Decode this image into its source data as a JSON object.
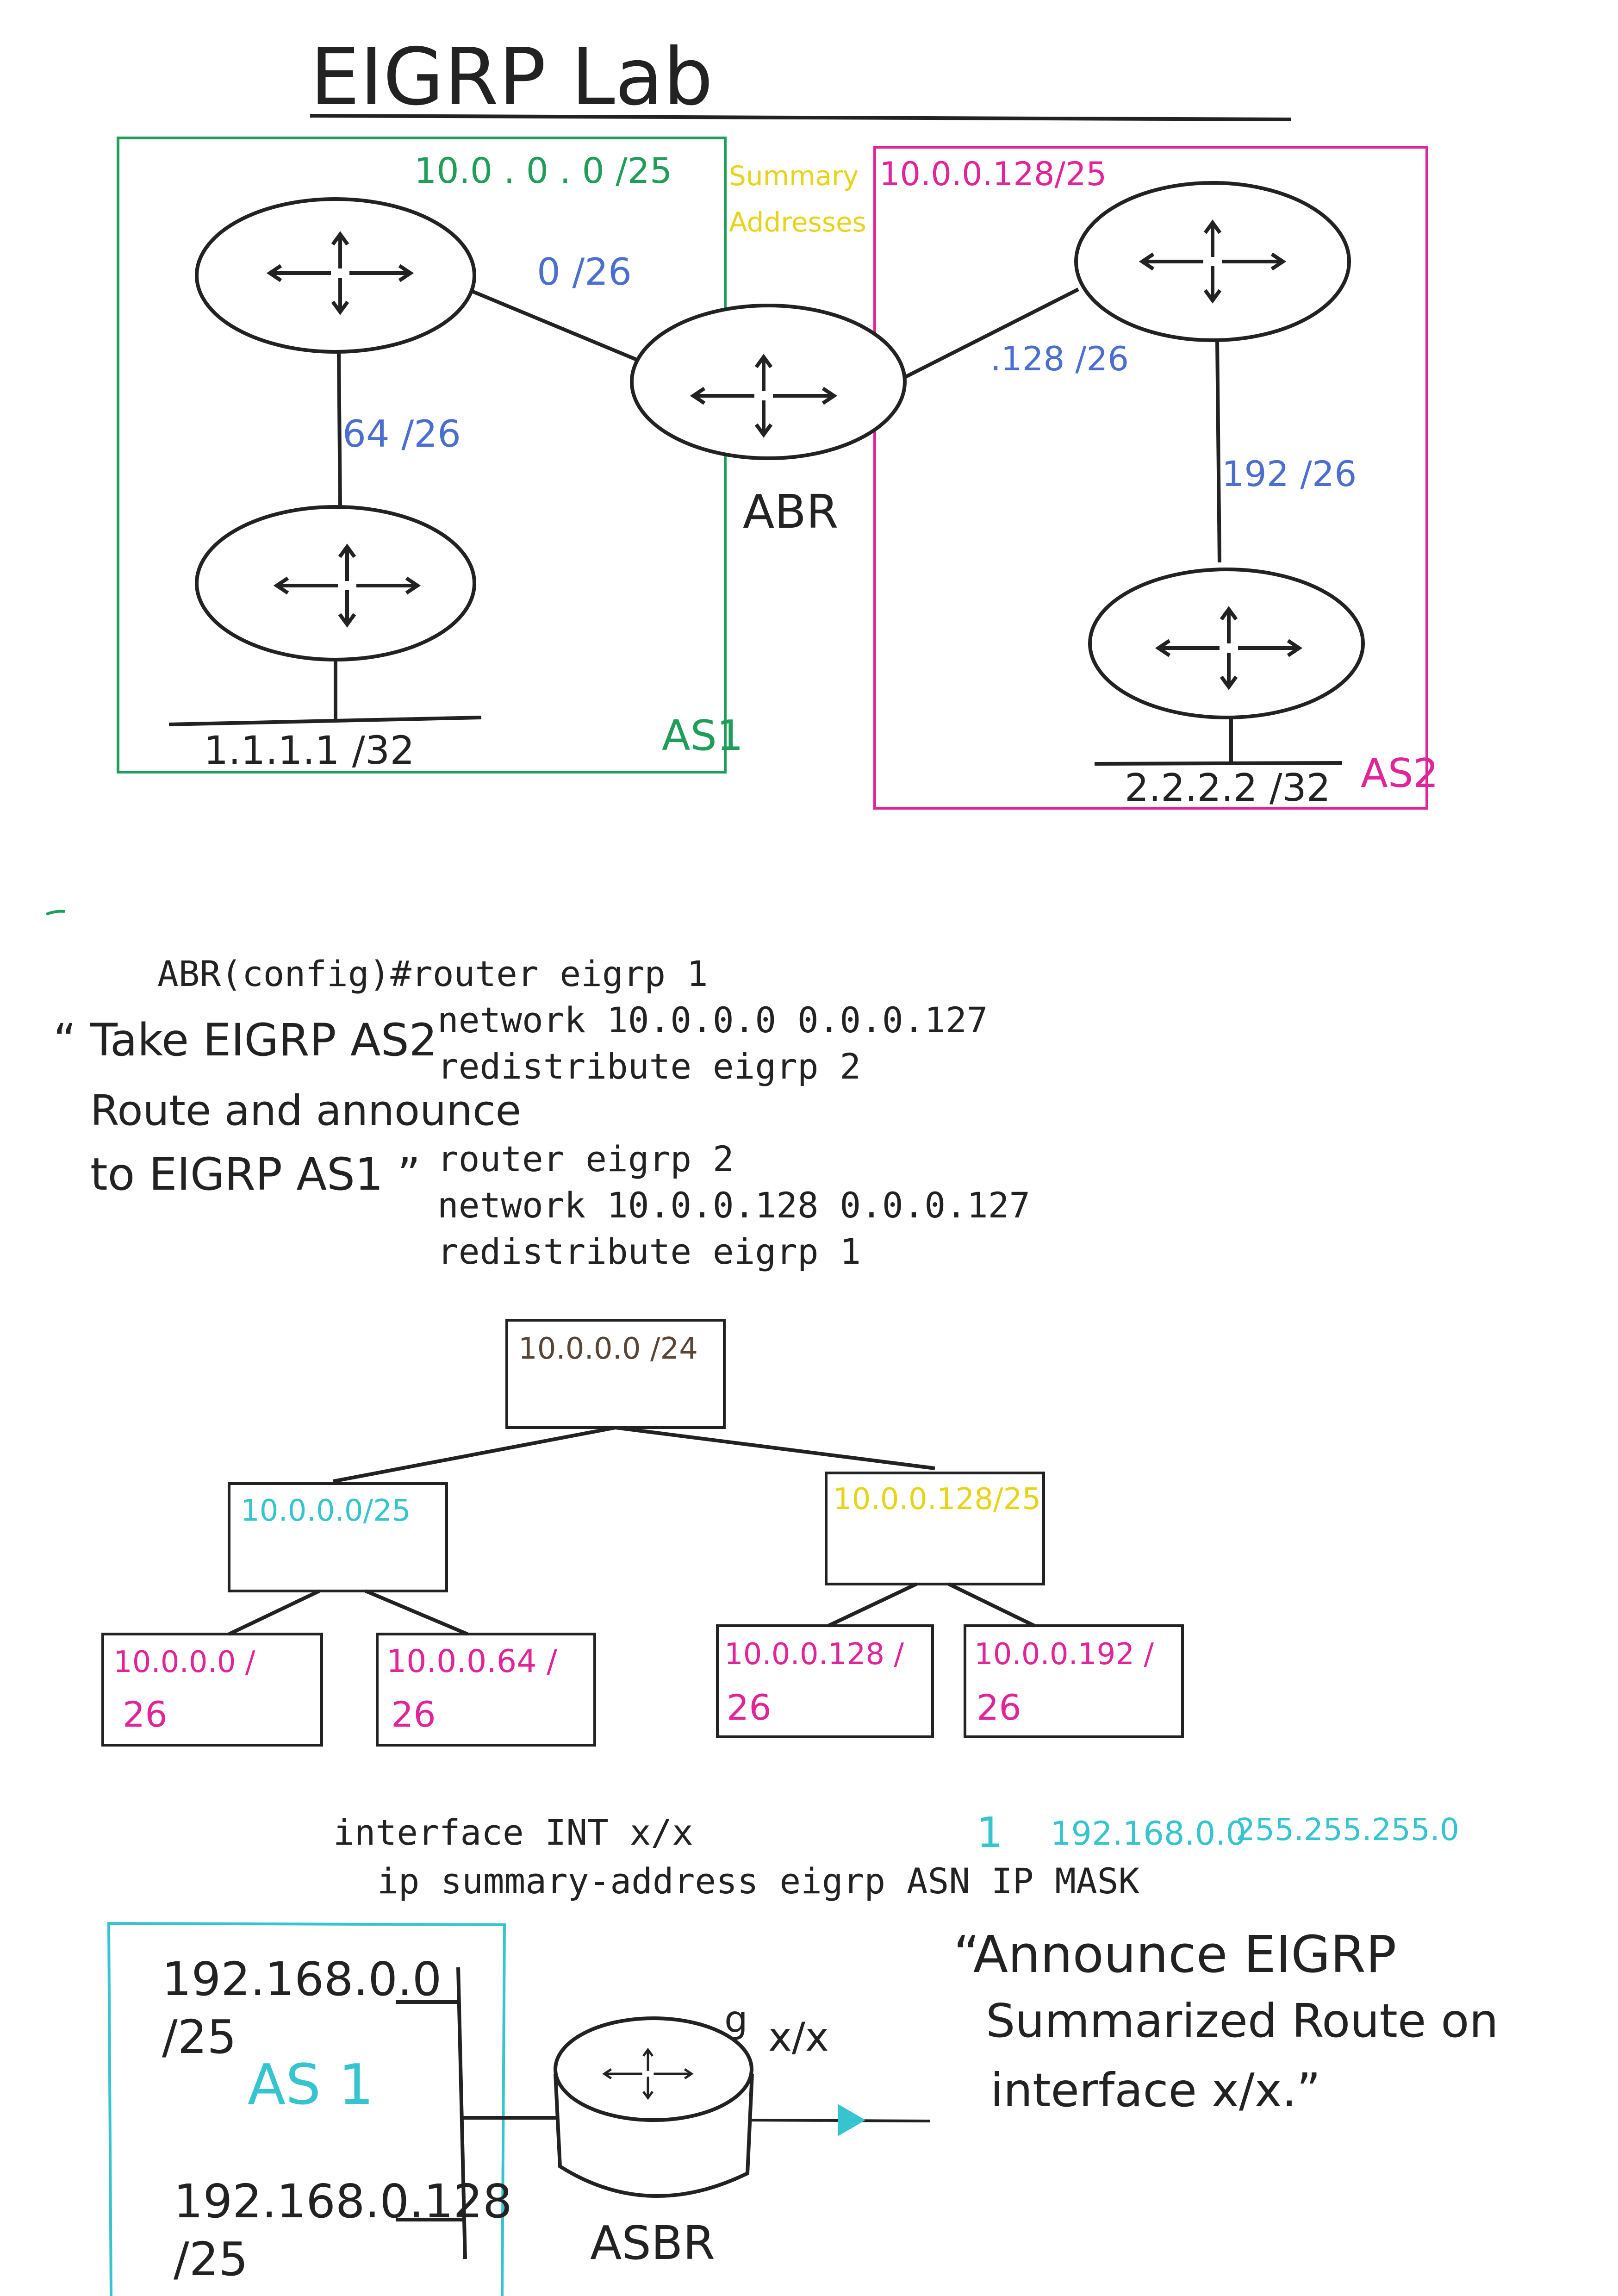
{
  "title": "EIGRP Lab",
  "colors": {
    "ink": "#222222",
    "as1_green": "#1f9e5a",
    "as2_magenta": "#e0249a",
    "blue": "#4a6fd1",
    "yellow": "#e8d319",
    "cyan": "#36c4d0",
    "brown": "#5a4535"
  },
  "top_diagram": {
    "as1": {
      "summary_label": "10.0 . 0 . 0 /25",
      "link_label_abr": "0 /26",
      "link_label_vertical": "64 /26",
      "loopback_label": "1.1.1.1  /32",
      "as_label": "AS1"
    },
    "summary_note": [
      "Summary",
      "Addresses"
    ],
    "abr_label": "ABR",
    "as2": {
      "summary_label": "10.0.0.128/25",
      "link_label_abr": ".128 /26",
      "link_label_vertical": "192 /26",
      "loopback_label": "2.2.2.2  /32",
      "as_label": "AS2"
    },
    "router_icons": [
      "router-icon",
      "router-icon",
      "router-icon",
      "router-icon",
      "router-icon"
    ]
  },
  "config": {
    "prompt_line": "ABR(config)#router eigrp 1",
    "lines": [
      "network 10.0.0.0 0.0.0.127",
      "redistribute eigrp 2",
      "",
      "router eigrp 2",
      "network 10.0.0.128 0.0.0.127",
      "redistribute eigrp 1"
    ],
    "note": [
      "“ Take EIGRP AS2",
      "Route and announce",
      "to EIGRP AS1 ”"
    ]
  },
  "subnet_tree": {
    "root": "10.0.0.0 /24",
    "left": "10.0.0.0/25",
    "right": "10.0.0.128/25",
    "leaves": [
      {
        "line1": "10.0.0.0 /",
        "line2": "26"
      },
      {
        "line1": "10.0.0.64 /",
        "line2": "26"
      },
      {
        "line1": "10.0.0.128 /",
        "line2": "26"
      },
      {
        "line1": "10.0.0.192 /",
        "line2": "26"
      }
    ]
  },
  "summary_cmd": {
    "line1": "interface INT x/x",
    "line2": "ip summary-address eigrp ASN IP MASK",
    "example_asn": "1",
    "example_ip": "192.168.0.0",
    "example_mask": "255.255.255.0"
  },
  "bottom_diagram": {
    "net1": [
      "192.168.0.0",
      "/25"
    ],
    "net2": [
      "192.168.0.128",
      "/25"
    ],
    "as_label": "AS 1",
    "asbr_label": "ASBR",
    "interface_label": "x/x",
    "g_label": "g",
    "note": [
      "“Announce EIGRP",
      "Summarized Route  on",
      "interface  x/x.”"
    ]
  }
}
